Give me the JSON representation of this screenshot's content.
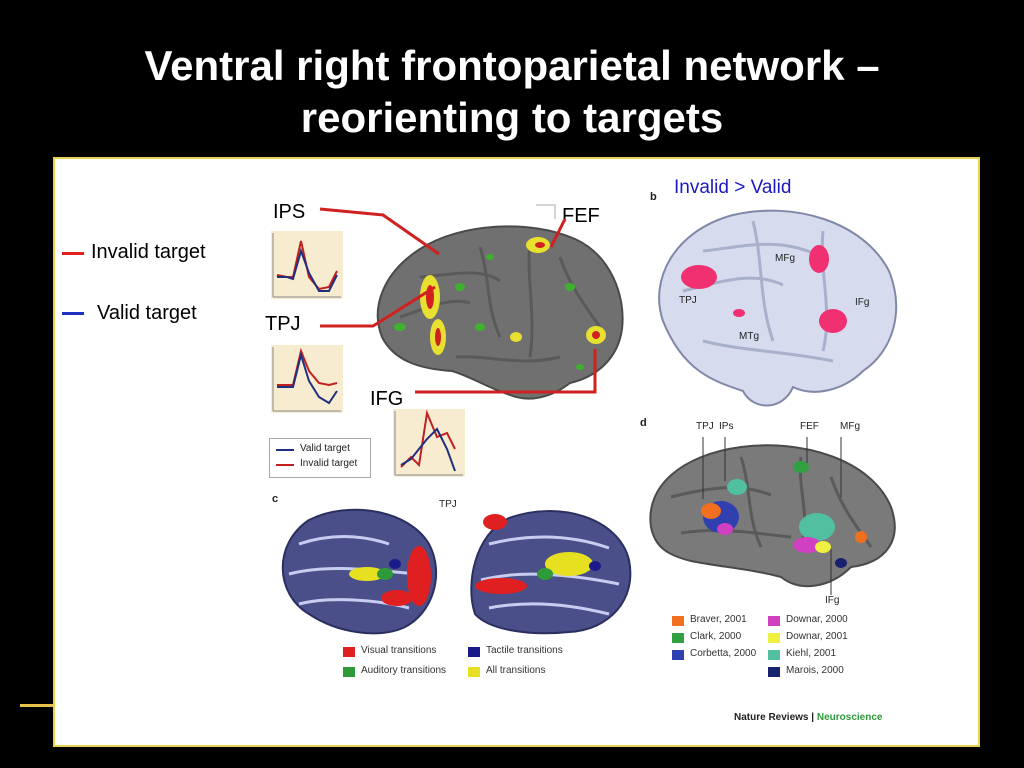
{
  "slide": {
    "title_line1": "Ventral right frontoparietal network –",
    "title_line2": "reorienting to targets"
  },
  "legend_main": {
    "invalid": "Invalid target",
    "valid": "Valid target",
    "invalid_color": "#e02020",
    "valid_color": "#2030c0"
  },
  "regions": {
    "ips": "IPS",
    "fef": "FEF",
    "tpj": "TPJ",
    "ifg": "IFG"
  },
  "mini_legend": {
    "valid": "Valid target",
    "invalid": "Invalid target"
  },
  "panel_b": {
    "letter": "b",
    "heading": "Invalid > Valid",
    "labels": {
      "mfg": "MFg",
      "tpj": "TPJ",
      "ifg": "IFg",
      "mtg": "MTg"
    }
  },
  "panel_c": {
    "letter": "c",
    "tpj": "TPJ",
    "legend": [
      {
        "label": "Visual transitions",
        "color": "#e02020"
      },
      {
        "label": "Tactile transitions",
        "color": "#1a1a8a"
      },
      {
        "label": "Auditory transitions",
        "color": "#2e9a3a"
      },
      {
        "label": "All transitions",
        "color": "#e6e020"
      }
    ]
  },
  "panel_d": {
    "letter": "d",
    "labels": {
      "tpj": "TPJ",
      "ips": "IPs",
      "fef": "FEF",
      "mfg": "MFg",
      "ifg": "IFg"
    },
    "legend": [
      {
        "label": "Braver, 2001",
        "color": "#f07020"
      },
      {
        "label": "Downar, 2000",
        "color": "#d040c0"
      },
      {
        "label": "Clark, 2000",
        "color": "#30a040"
      },
      {
        "label": "Downar, 2001",
        "color": "#f0f040"
      },
      {
        "label": "Corbetta, 2000",
        "color": "#3040b0"
      },
      {
        "label": "Kiehl, 2001",
        "color": "#50c0a0"
      },
      {
        "label": "Marois, 2000",
        "color": "#182070"
      }
    ]
  },
  "credit": {
    "journal": "Nature Reviews",
    "section": "Neuroscience"
  }
}
